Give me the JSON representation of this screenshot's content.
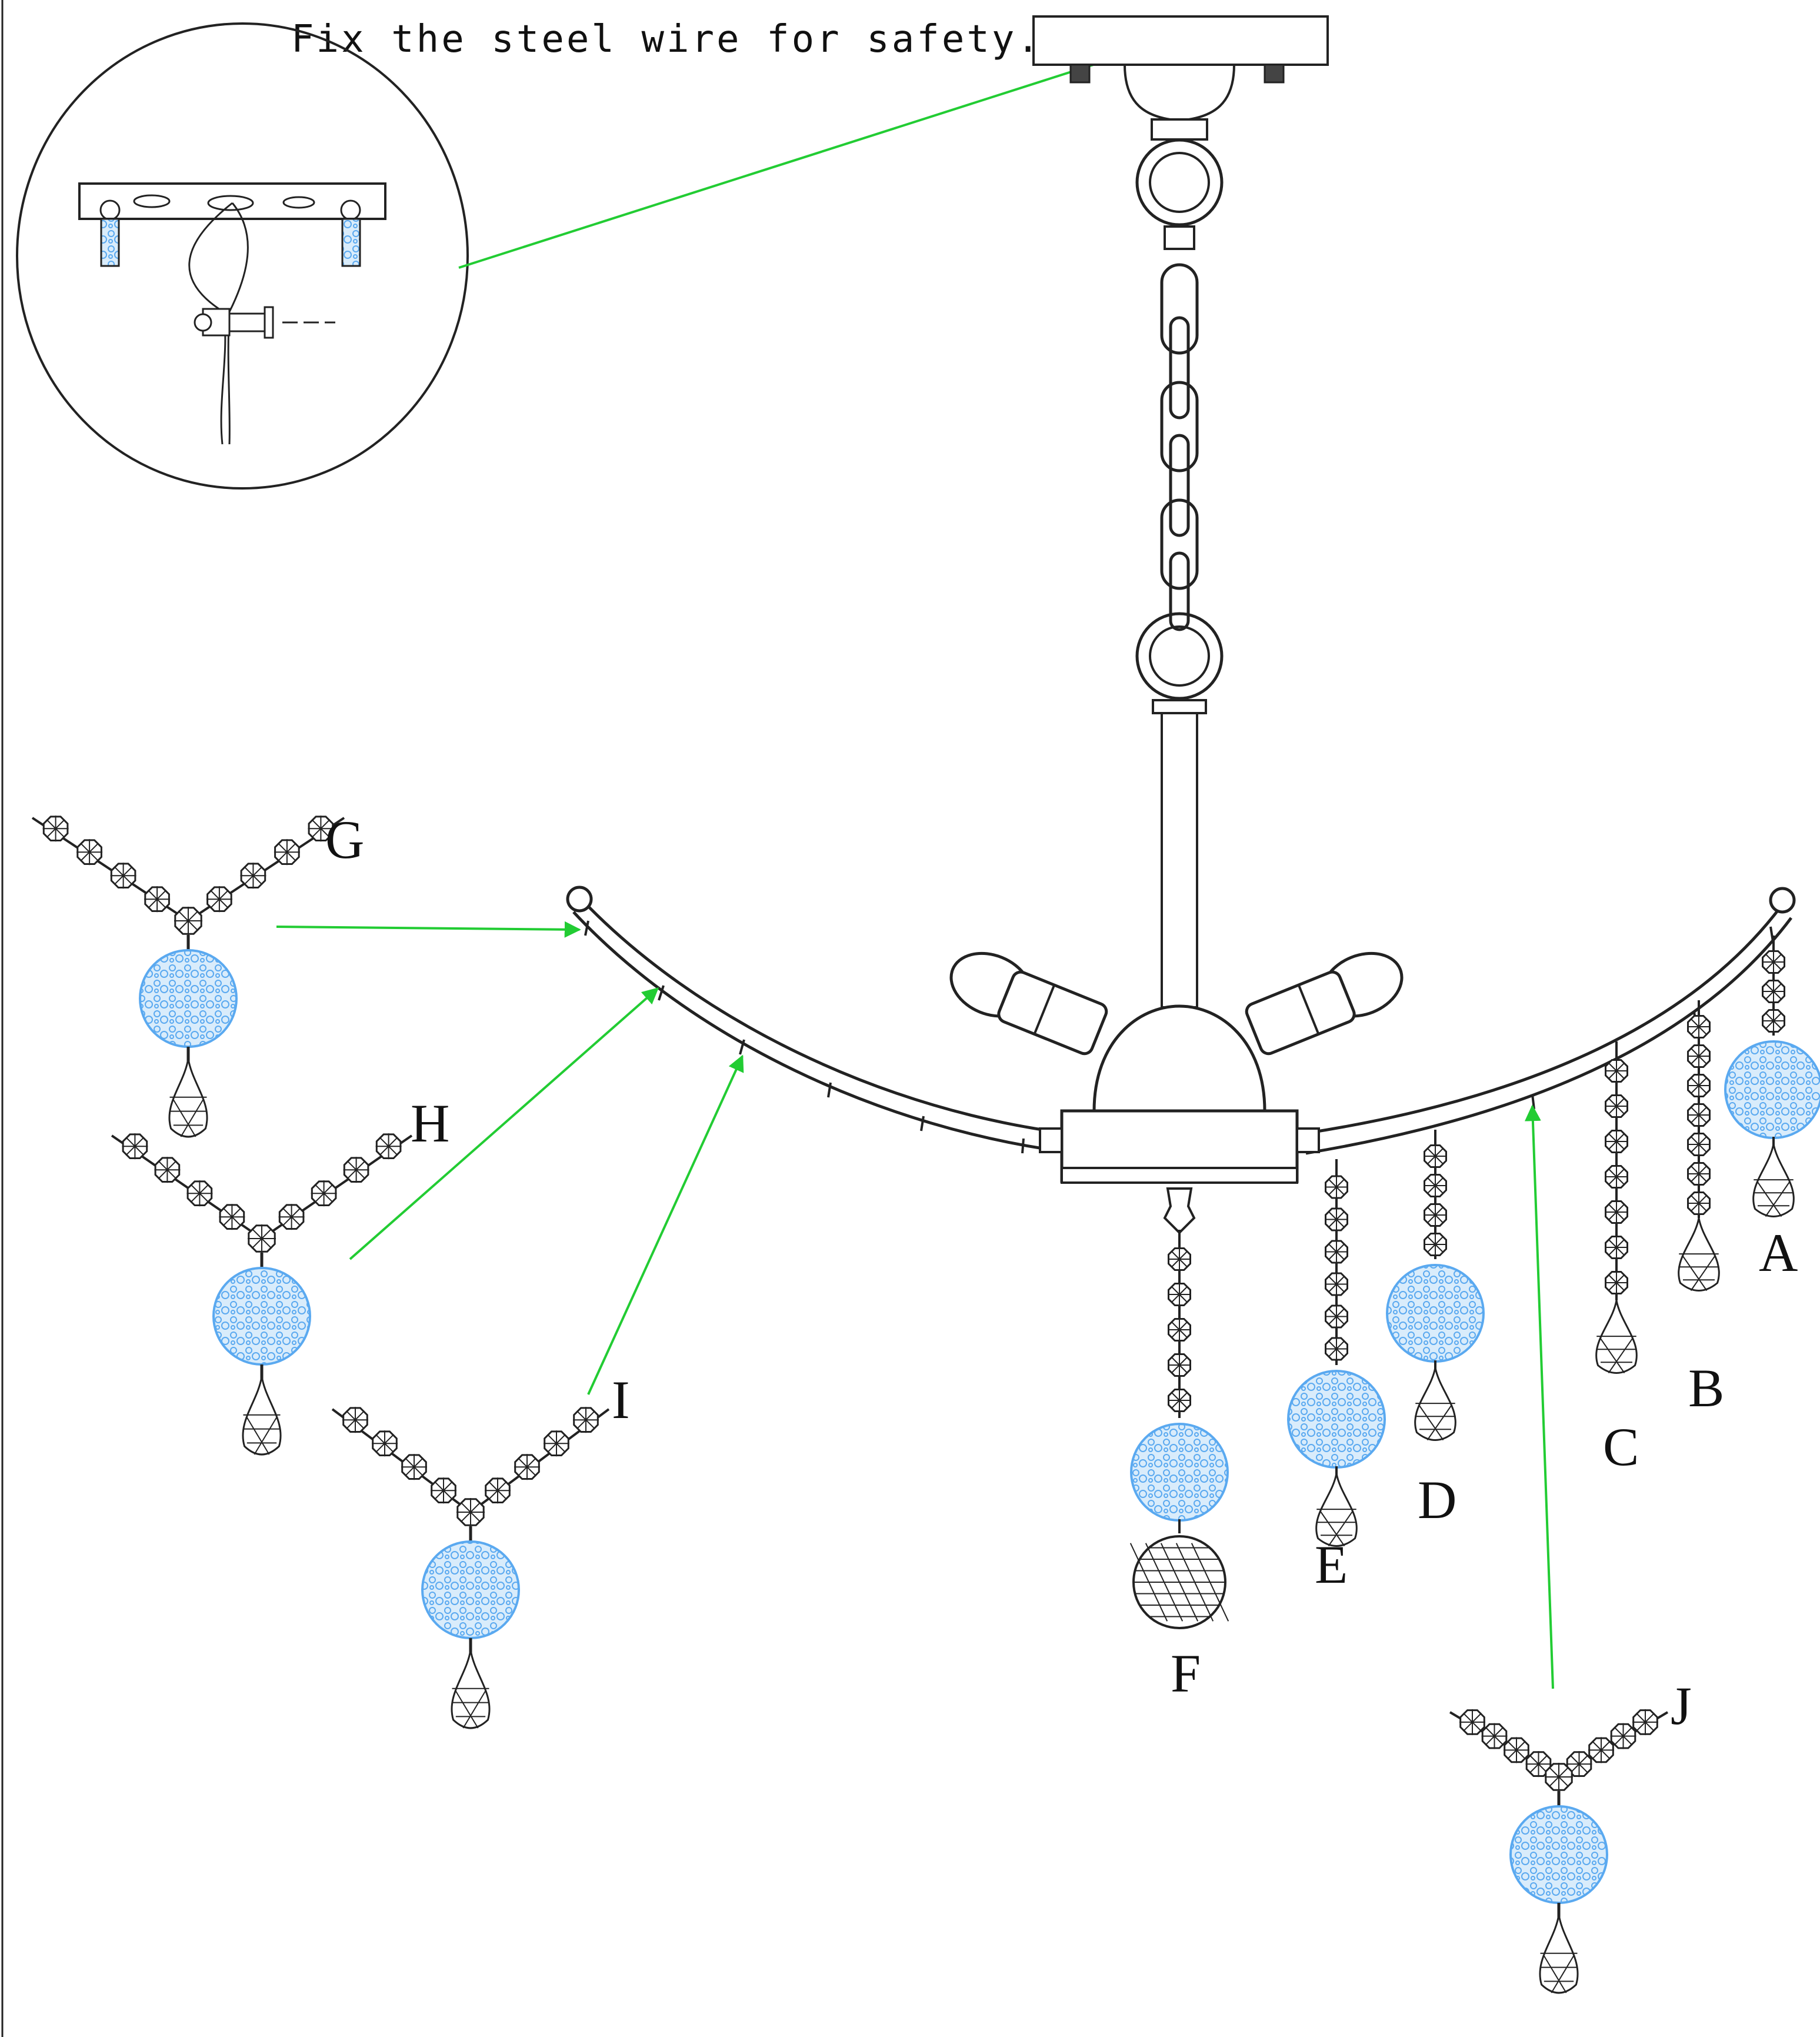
{
  "note": {
    "text": "Fix the steel wire for safety."
  },
  "labels": {
    "A": "A",
    "B": "B",
    "C": "C",
    "D": "D",
    "E": "E",
    "F": "F",
    "G": "G",
    "H": "H",
    "I": "I",
    "J": "J"
  },
  "colors": {
    "line": "#222222",
    "arrow": "#22cc33",
    "crystal_ball": "#5aa9f0"
  }
}
